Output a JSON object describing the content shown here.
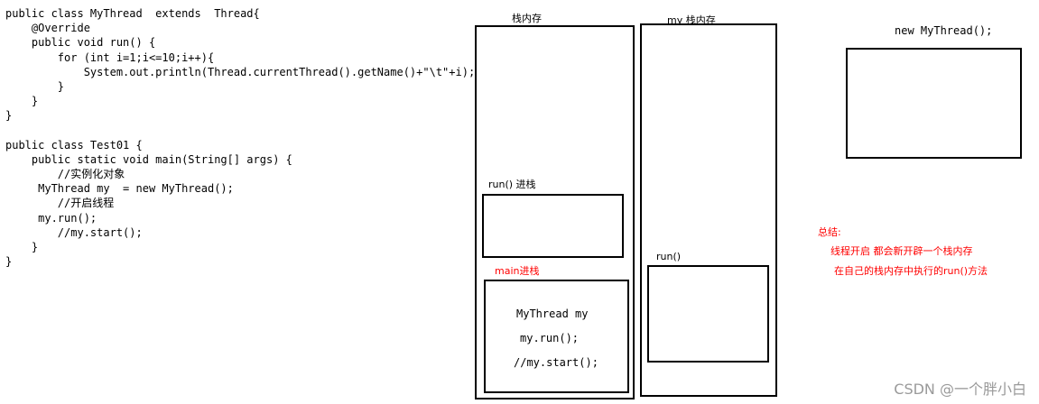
{
  "code": {
    "lines": [
      "public class MyThread  extends  Thread{",
      "    @Override",
      "    public void run() {",
      "        for (int i=1;i<=10;i++){",
      "            System.out.println(Thread.currentThread().getName()+\"\\t\"+i);",
      "        }",
      "    }",
      "}",
      "",
      "public class Test01 {",
      "    public static void main(String[] args) {",
      "        //实例化对象",
      "     MyThread my  = new MyThread();",
      "        //开启线程",
      "     my.run();",
      "        //my.start();",
      "    }",
      "}"
    ]
  },
  "diagram": {
    "stack_main": {
      "title": "栈内存",
      "run_label": "run() 进栈",
      "main_label": "main进栈",
      "main_frame_lines": [
        "MyThread my",
        "my.run();",
        "//my.start();"
      ]
    },
    "stack_my": {
      "title": "my 栈内存",
      "run_label": "run()"
    },
    "heap": {
      "label": "new MyThread();"
    },
    "summary": {
      "title": "总结:",
      "line1": "线程开启   都会新开辟一个栈内存",
      "line2": "在自己的栈内存中执行的run()方法"
    }
  },
  "watermark": "CSDN @一个胖小白",
  "colors": {
    "annotation": "#ff0000",
    "border": "#000000"
  }
}
